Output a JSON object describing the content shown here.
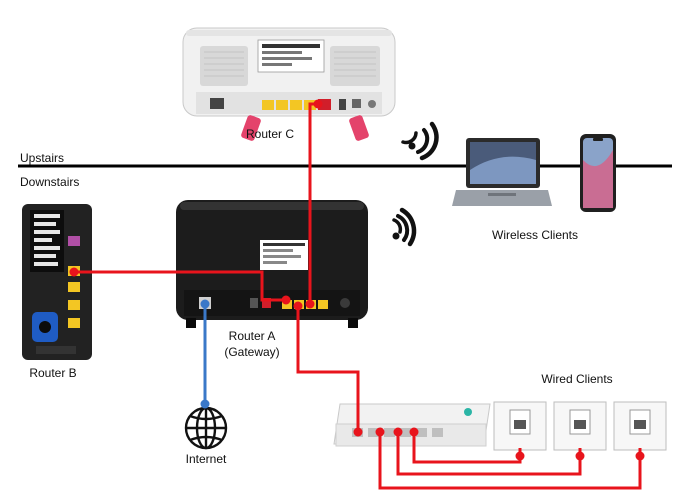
{
  "floors": {
    "upstairs": "Upstairs",
    "downstairs": "Downstairs"
  },
  "devices": {
    "router_c": "Router C",
    "router_b": "Router B",
    "router_a_line1": "Router A",
    "router_a_line2": "(Gateway)",
    "wireless_clients": "Wireless Clients",
    "wired_clients": "Wired Clients",
    "internet": "Internet"
  },
  "colors": {
    "ethernet_cable": "#e8141c",
    "broadband_cable": "#3a78c8",
    "floor_line": "#000000",
    "router_c_body": "#f2f2f2",
    "router_a_body": "#1c1c1c",
    "router_b_body": "#222222",
    "lan_port": "#f3c623",
    "wan_port": "#d11e2a"
  }
}
